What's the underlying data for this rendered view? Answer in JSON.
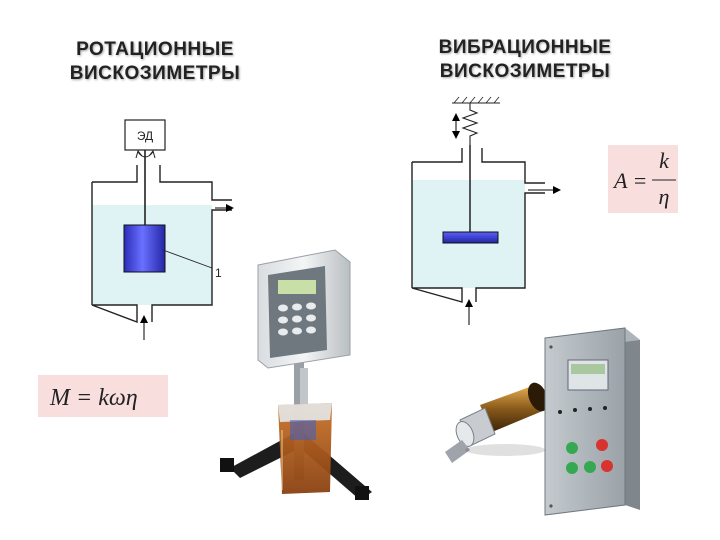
{
  "left_title": {
    "line1": "РОТАЦИОННЫЕ",
    "line2": "ВИСКОЗИМЕТРЫ"
  },
  "right_title": {
    "line1": "ВИБРАЦИОННЫЕ",
    "line2": "ВИСКОЗИМЕТРЫ"
  },
  "rotational": {
    "motor_label": "ЭД",
    "part_label": "1",
    "formula": "M = kωη"
  },
  "vibrational": {
    "formula_lhs": "A =",
    "formula_num": "k",
    "formula_den": "η"
  },
  "colors": {
    "liquid": "#dff2f4",
    "cylinder": "#3c3fd8",
    "formula_bg": "#f9dede",
    "device_gray": "#b8c0c6",
    "button_green": "#35a852",
    "button_red": "#d8332f"
  }
}
